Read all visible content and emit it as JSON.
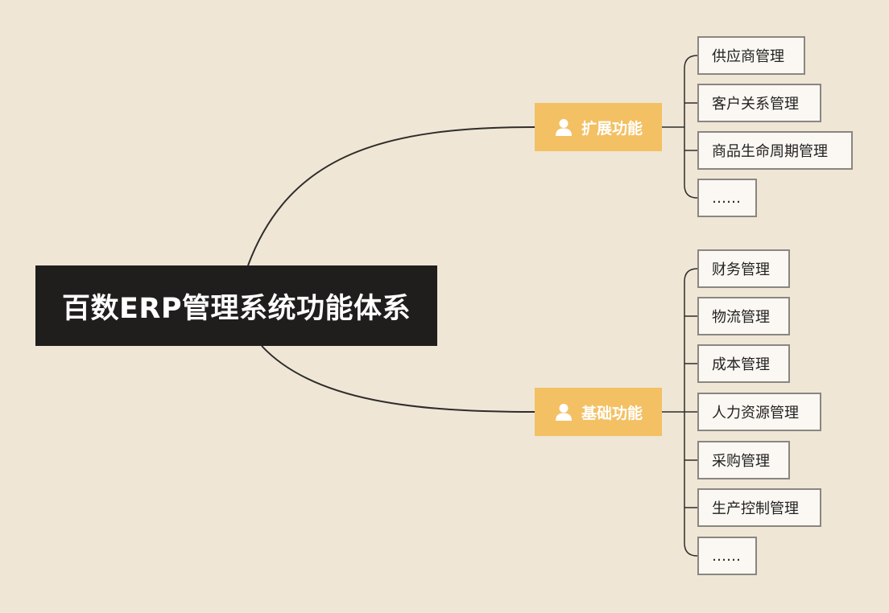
{
  "root": {
    "title": "百数ERP管理系统功能体系"
  },
  "branches": [
    {
      "label": "扩展功能",
      "icon": "user-icon",
      "items": [
        "供应商管理",
        "客户关系管理",
        "商品生命周期管理",
        "……"
      ]
    },
    {
      "label": "基础功能",
      "icon": "user-icon",
      "items": [
        "财务管理",
        "物流管理",
        "成本管理",
        "人力资源管理",
        "采购管理",
        "生产控制管理",
        "……"
      ]
    }
  ],
  "colors": {
    "background": "#efe6d6",
    "root": "#1f1e1d",
    "branch": "#f3c063",
    "leaf": "#fbf8f3",
    "line": "#2f2d2a"
  }
}
